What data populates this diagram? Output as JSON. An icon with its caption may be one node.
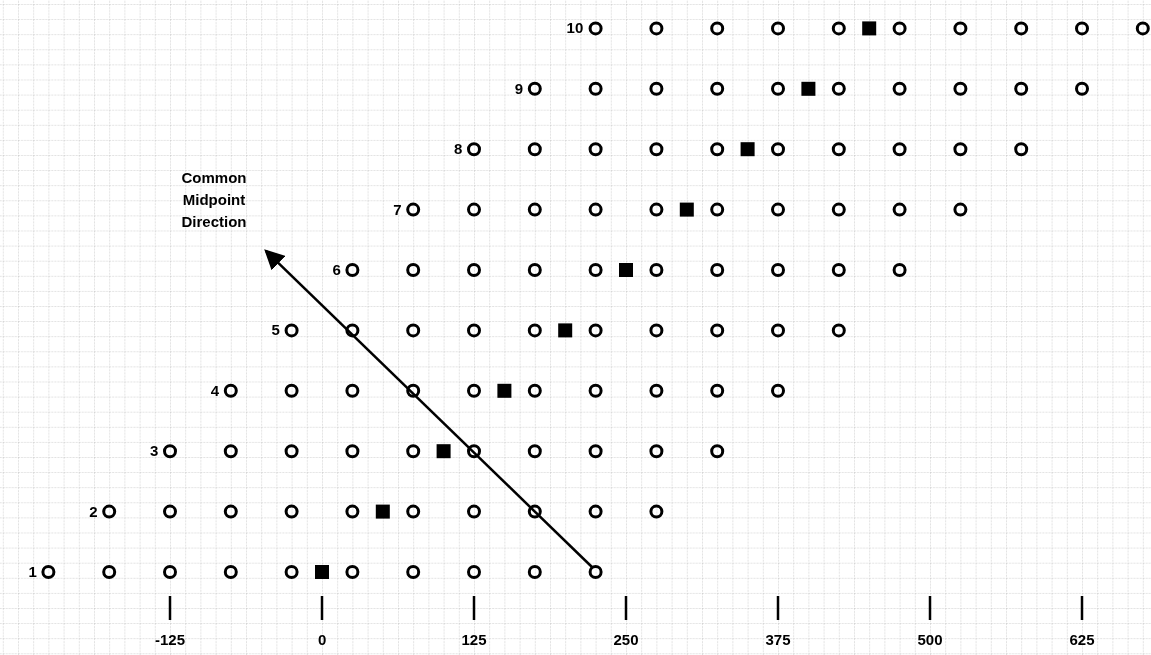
{
  "diagram": {
    "labels": [
      "10",
      "9",
      "8",
      "Common Midpoint Direction",
      "7",
      "6",
      "5",
      "4",
      "3",
      "2",
      "1",
      "-125",
      "0",
      "125",
      "250",
      "375",
      "500",
      "625"
    ]
  }
}
